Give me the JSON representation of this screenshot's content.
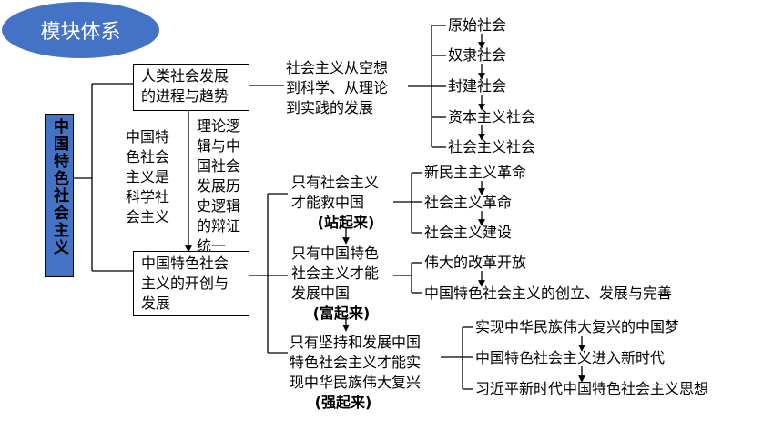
{
  "badge": "模块体系",
  "root": "中国特色社会主义",
  "box_top": [
    "人类社会发展",
    "的进程与趋势"
  ],
  "box_bottom": [
    "中国特色社会",
    "主义的开创与",
    "发展"
  ],
  "left_mid": [
    "中国特",
    "色社会",
    "主义是",
    "科学社",
    "会主义"
  ],
  "arrow_text": [
    "理论逻",
    "辑与中",
    "国社会",
    "发展历",
    "史逻辑",
    "的辩证",
    "统一"
  ],
  "top_branch": [
    "社会主义从空想",
    "到科学、从理论",
    "到实践的发展"
  ],
  "stages": [
    "原始社会",
    "奴隶社会",
    "封建社会",
    "资本主义社会",
    "社会主义社会"
  ],
  "b1": {
    "lines": [
      "只有社会主义",
      "才能救中国"
    ],
    "tag": "(站起来)"
  },
  "b1_items": [
    "新民主主义革命",
    "社会主义革命",
    "社会主义建设"
  ],
  "b2": {
    "lines": [
      "只有中国特色",
      "社会主义才能",
      "发展中国"
    ],
    "tag": "(富起来)"
  },
  "b2_items": [
    "伟大的改革开放",
    "中国特色社会主义的创立、发展与完善"
  ],
  "b3": {
    "lines": [
      "只有坚持和发展中国",
      "特色社会主义才能实",
      "现中华民族伟大复兴"
    ],
    "tag": "(强起来)"
  },
  "b3_items": [
    "实现中华民族伟大复兴的中国梦",
    "中国特色社会主义进入新时代",
    "习近平新时代中国特色社会主义思想"
  ]
}
